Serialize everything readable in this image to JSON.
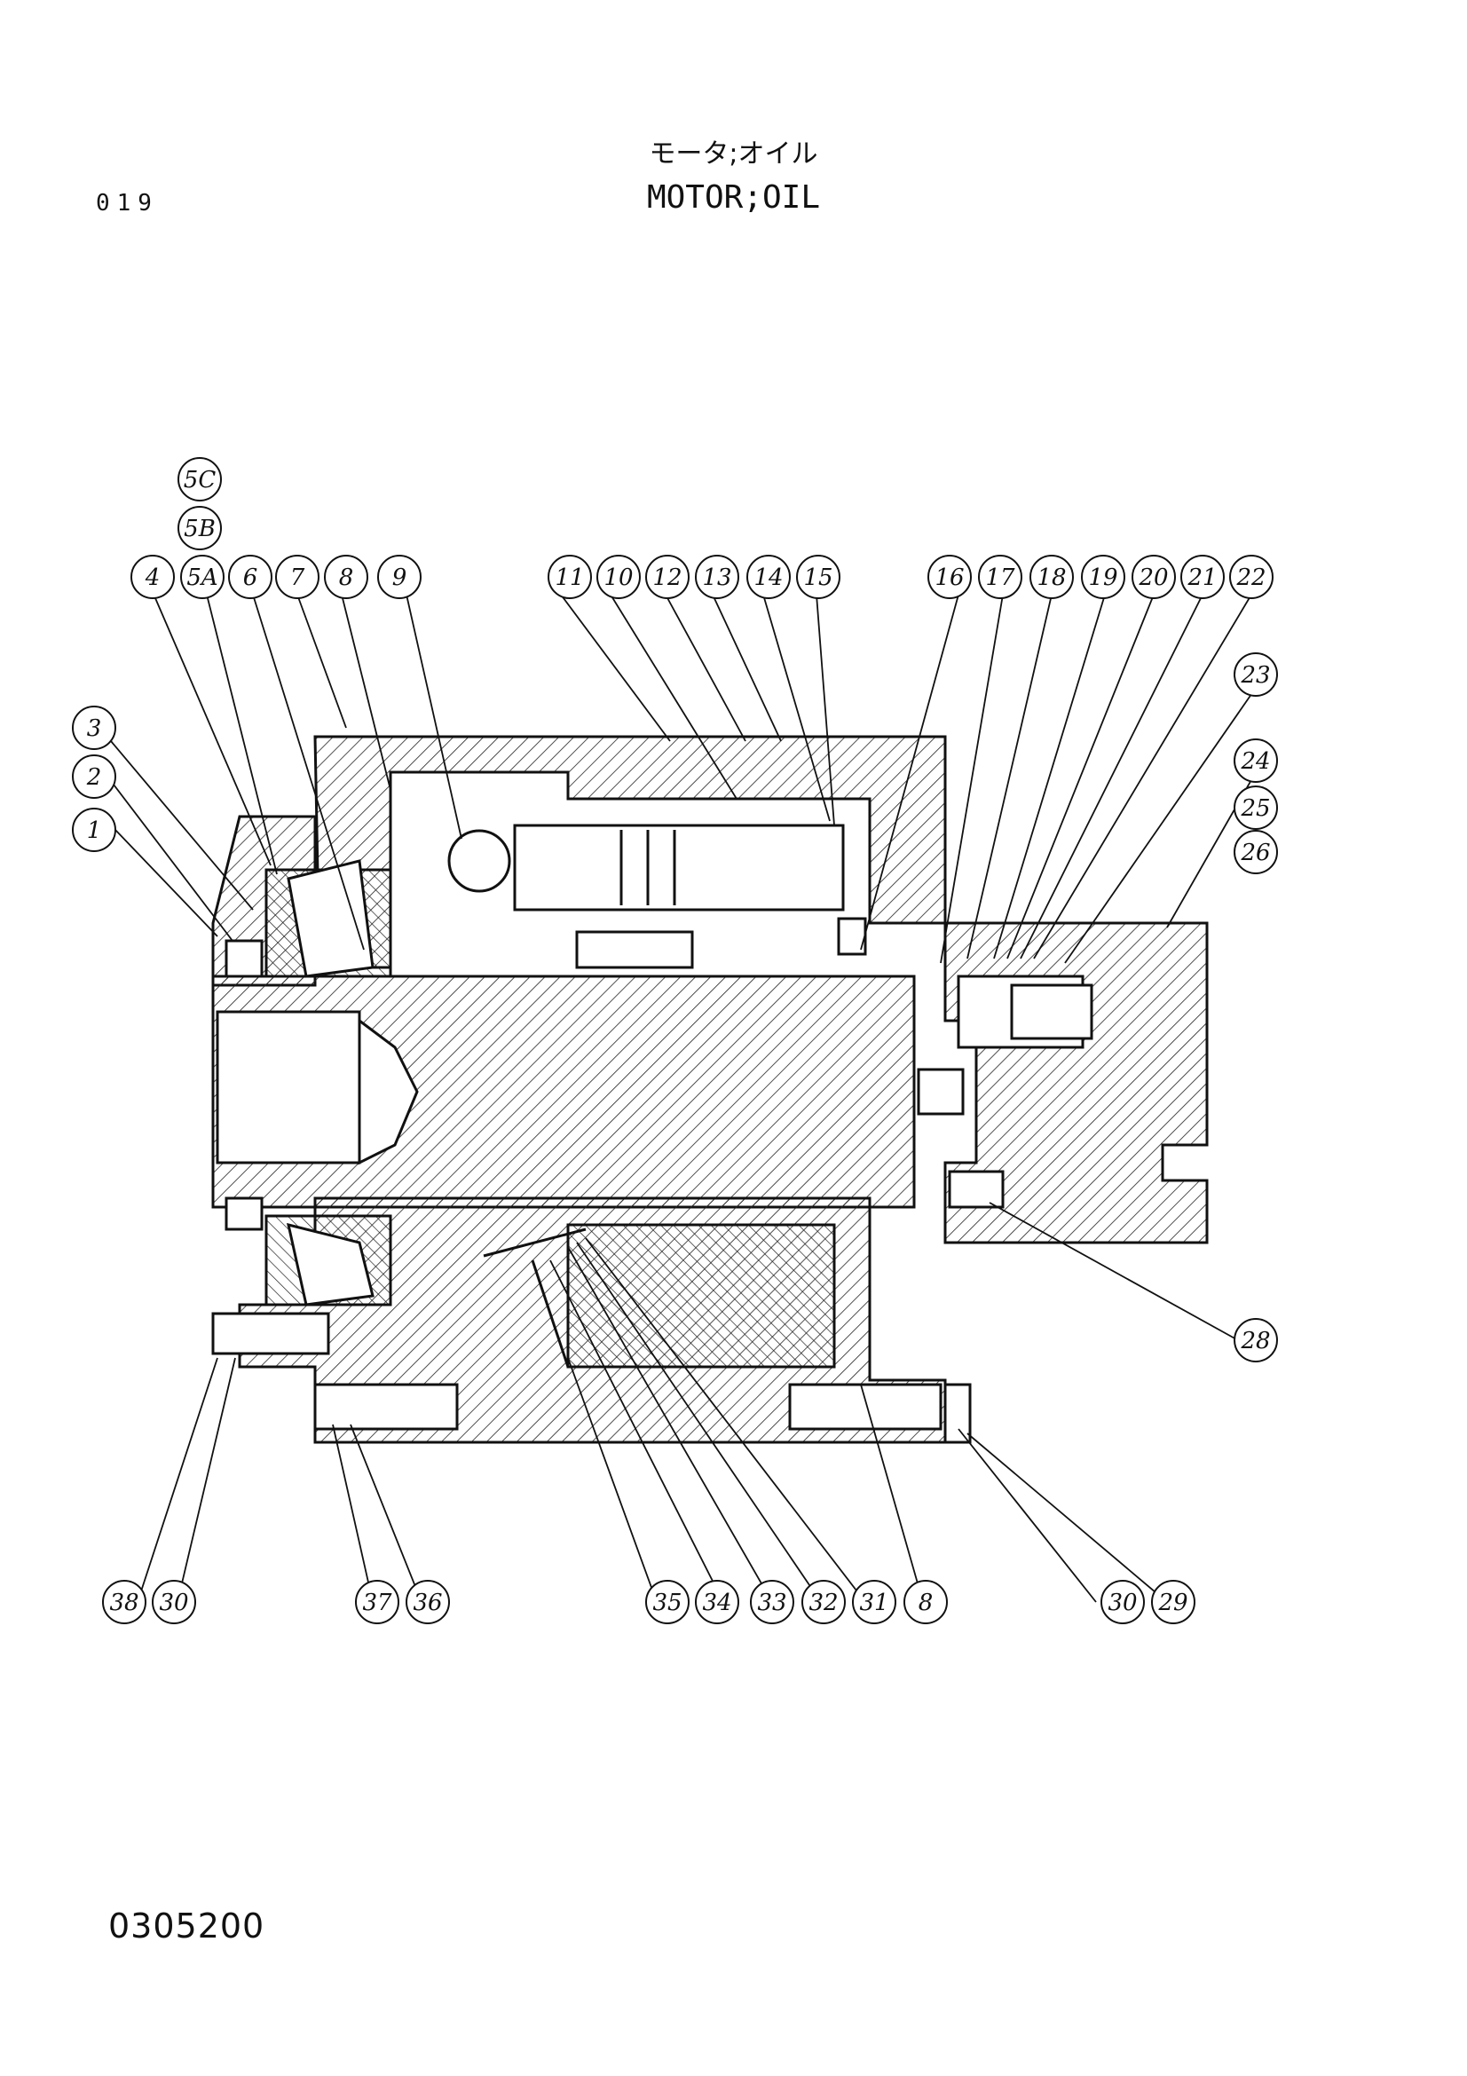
{
  "page_number": "019",
  "title_jp": "モータ;オイル",
  "title_en": "MOTOR;OIL",
  "drawing_number": "0305200",
  "callouts": [
    "5C",
    "5B",
    "4",
    "5A",
    "6",
    "7",
    "8",
    "9",
    "11",
    "10",
    "12",
    "13",
    "14",
    "15",
    "16",
    "17",
    "18",
    "19",
    "20",
    "21",
    "22",
    "23",
    "24",
    "25",
    "26",
    "3",
    "2",
    "1",
    "28",
    "38",
    "30",
    "37",
    "36",
    "35",
    "34",
    "33",
    "32",
    "31",
    "8",
    "30",
    "29"
  ]
}
